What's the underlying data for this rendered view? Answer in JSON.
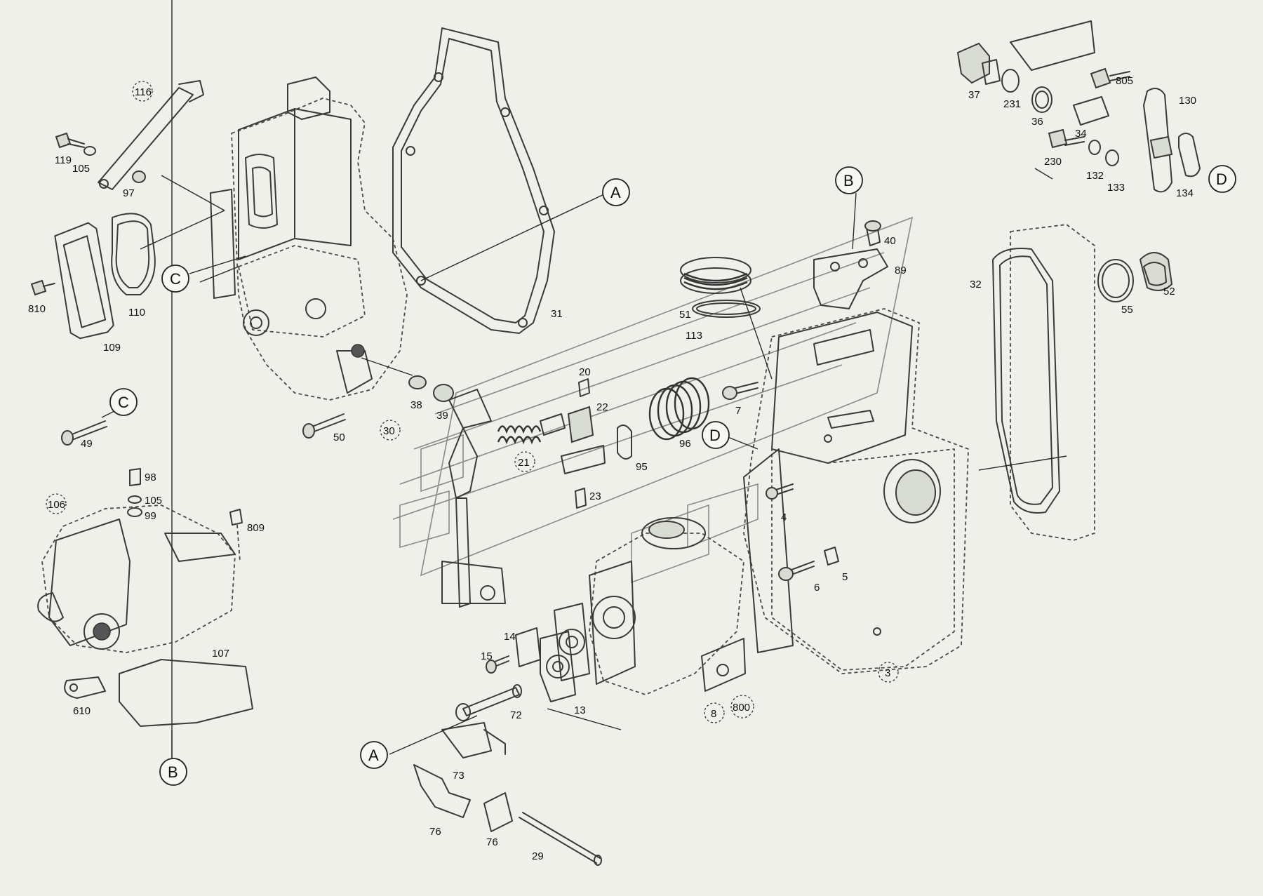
{
  "parts": {
    "p116": "116",
    "p119": "119",
    "p105a": "105",
    "p97": "97",
    "p810": "810",
    "p109": "109",
    "p110": "110",
    "p31": "31",
    "p38": "38",
    "p39": "39",
    "p50": "50",
    "p30": "30",
    "p49": "49",
    "p20": "20",
    "p22": "22",
    "p21": "21",
    "p23": "23",
    "p98": "98",
    "p105b": "105",
    "p99": "99",
    "p106": "106",
    "p809": "809",
    "p107": "107",
    "p610": "610",
    "p51": "51",
    "p113": "113",
    "p7": "7",
    "p96": "96",
    "p95": "95",
    "p40": "40",
    "p89": "89",
    "p4": "4",
    "p6": "6",
    "p5": "5",
    "p3": "3",
    "p15": "15",
    "p14": "14",
    "p72": "72",
    "p13": "13",
    "p8": "8",
    "p800": "800",
    "p73": "73",
    "p76a": "76",
    "p76b": "76",
    "p29": "29",
    "p37": "37",
    "p231": "231",
    "p36": "36",
    "p34": "34",
    "p805": "805",
    "p130": "130",
    "p230": "230",
    "p132": "132",
    "p133": "133",
    "p134": "134",
    "p32": "32",
    "p55": "55",
    "p52": "52"
  },
  "refs": {
    "A": "A",
    "B": "B",
    "C": "C",
    "D": "D"
  }
}
